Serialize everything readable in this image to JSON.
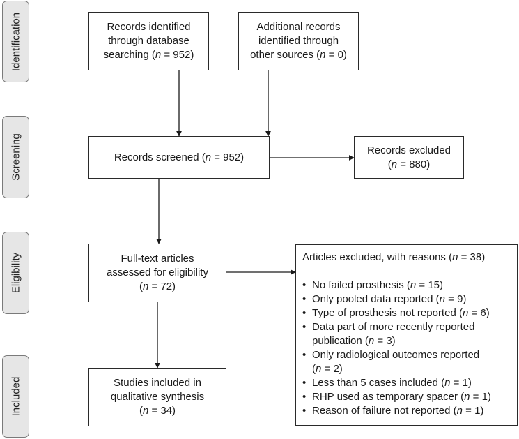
{
  "phases": {
    "identification": "Identification",
    "screening": "Screening",
    "eligibility": "Eligibility",
    "included": "Included"
  },
  "n_symbol": "n",
  "boxes": {
    "db_search": {
      "lines": [
        "Records identified",
        "through database"
      ],
      "last_prefix": "searching (",
      "last_suffix": " = 952)"
    },
    "other_sources": {
      "lines": [
        "Additional records",
        "identified through"
      ],
      "last_prefix": "other sources (",
      "last_suffix": " = 0)"
    },
    "screened": {
      "prefix": "Records screened (",
      "suffix": " = 952)"
    },
    "excluded": {
      "line1": "Records excluded",
      "last_prefix": "(",
      "last_suffix": " = 880)"
    },
    "fulltext": {
      "lines": [
        "Full-text articles",
        "assessed for eligibility"
      ],
      "last_prefix": "(",
      "last_suffix": " = 72)"
    },
    "included": {
      "lines": [
        "Studies included in",
        "qualitative synthesis"
      ],
      "last_prefix": "(",
      "last_suffix": " = 34)"
    },
    "articles_excluded": {
      "title_prefix": "Articles excluded, with reasons (",
      "title_suffix": " = 38)",
      "reasons": [
        {
          "lines": [
            "No failed prosthesis ("
          ],
          "suffix": " = 15)"
        },
        {
          "lines": [
            "Only pooled data reported ("
          ],
          "suffix": " = 9)"
        },
        {
          "lines": [
            "Type of prosthesis not reported ("
          ],
          "suffix": " = 6)"
        },
        {
          "lines": [
            "Data part of more recently reported",
            "publication ("
          ],
          "suffix": " = 3)"
        },
        {
          "lines": [
            "Only radiological outcomes reported",
            "("
          ],
          "suffix": " = 2)"
        },
        {
          "lines": [
            "Less than 5 cases included ("
          ],
          "suffix": " = 1)"
        },
        {
          "lines": [
            "RHP used as temporary spacer ("
          ],
          "suffix": " = 1)"
        },
        {
          "lines": [
            "Reason of failure not reported ("
          ],
          "suffix": " = 1)"
        }
      ]
    }
  }
}
